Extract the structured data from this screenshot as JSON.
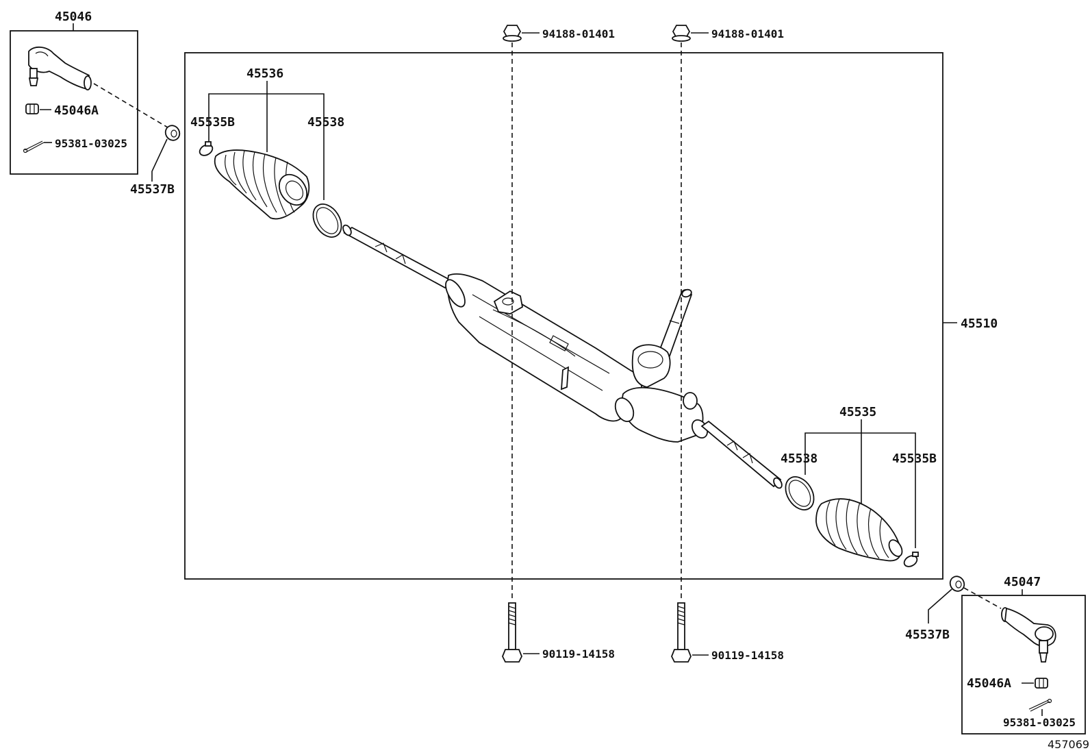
{
  "labels": {
    "tie_rod_end_lh": "45046",
    "tie_rod_end_rh": "45047",
    "castle_nut_lh": "45046A",
    "castle_nut_rh": "45046A",
    "cotter_pin_lh": "95381-03025",
    "cotter_pin_rh": "95381-03025",
    "cover_lh": "45537B",
    "cover_rh": "45537B",
    "boot_set_lh": "45536",
    "boot_set_rh": "45535",
    "clip_lh": "45535B",
    "clip_rh": "45535B",
    "band_lh": "45538",
    "band_rh": "45538",
    "gear_assembly": "45510",
    "nut_left": "94188-01401",
    "nut_right": "94188-01401",
    "bolt_left": "90119-14158",
    "bolt_right": "90119-14158",
    "diagram_id": "457069"
  }
}
